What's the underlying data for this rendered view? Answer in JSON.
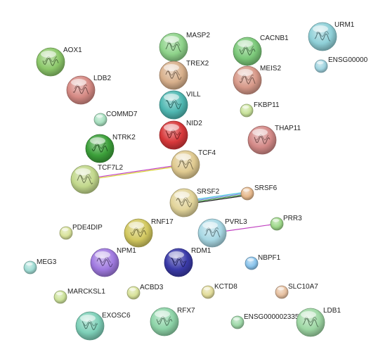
{
  "network": {
    "nodes": [
      {
        "id": "AOX1",
        "label": "AOX1",
        "color": "#8cc86a",
        "size": "large",
        "structure": true
      },
      {
        "id": "LDB2",
        "label": "LDB2",
        "color": "#d68a84",
        "size": "large",
        "structure": true
      },
      {
        "id": "MASP2",
        "label": "MASP2",
        "color": "#8ed38a",
        "size": "large",
        "structure": true
      },
      {
        "id": "TREX2",
        "label": "TREX2",
        "color": "#d8b08c",
        "size": "large",
        "structure": true
      },
      {
        "id": "VILL",
        "label": "VILL",
        "color": "#4fb8b2",
        "size": "large",
        "structure": true
      },
      {
        "id": "NID2",
        "label": "NID2",
        "color": "#d8383a",
        "size": "large",
        "structure": true
      },
      {
        "id": "CACNB1",
        "label": "CACNB1",
        "color": "#7cc97a",
        "size": "large",
        "structure": true
      },
      {
        "id": "MEIS2",
        "label": "MEIS2",
        "color": "#d89a8a",
        "size": "large",
        "structure": true
      },
      {
        "id": "URM1",
        "label": "URM1",
        "color": "#8fd0d8",
        "size": "large",
        "structure": true
      },
      {
        "id": "ENSG00000",
        "label": "ENSG00000",
        "color": "#a0d4e0",
        "size": "small",
        "structure": false
      },
      {
        "id": "COMMD7",
        "label": "COMMD7",
        "color": "#a8e0c0",
        "size": "small",
        "structure": false
      },
      {
        "id": "FKBP11",
        "label": "FKBP11",
        "color": "#c8e29a",
        "size": "small",
        "structure": false
      },
      {
        "id": "THAP11",
        "label": "THAP11",
        "color": "#d48a88",
        "size": "large",
        "structure": true
      },
      {
        "id": "NTRK2",
        "label": "NTRK2",
        "color": "#3ca03a",
        "size": "large",
        "structure": true
      },
      {
        "id": "TCF4",
        "label": "TCF4",
        "color": "#e0ca90",
        "size": "large",
        "structure": true
      },
      {
        "id": "TCF7L2",
        "label": "TCF7L2",
        "color": "#c2d88c",
        "size": "large",
        "structure": true
      },
      {
        "id": "SRSF2",
        "label": "SRSF2",
        "color": "#e2d49a",
        "size": "large",
        "structure": true
      },
      {
        "id": "SRSF6",
        "label": "SRSF6",
        "color": "#e6b88c",
        "size": "small",
        "structure": false
      },
      {
        "id": "PDE4DIP",
        "label": "PDE4DIP",
        "color": "#d8e29a",
        "size": "small",
        "structure": false
      },
      {
        "id": "RNF17",
        "label": "RNF17",
        "color": "#d2c860",
        "size": "large",
        "structure": true
      },
      {
        "id": "PVRL3",
        "label": "PVRL3",
        "color": "#a8d8e4",
        "size": "large",
        "structure": true
      },
      {
        "id": "PRR3",
        "label": "PRR3",
        "color": "#9ed88a",
        "size": "small",
        "structure": false
      },
      {
        "id": "NPM1",
        "label": "NPM1",
        "color": "#a07ae0",
        "size": "large",
        "structure": true
      },
      {
        "id": "RDM1",
        "label": "RDM1",
        "color": "#3a3aa8",
        "size": "large",
        "structure": true
      },
      {
        "id": "MEG3",
        "label": "MEG3",
        "color": "#a0dcd4",
        "size": "small",
        "structure": false
      },
      {
        "id": "NBPF1",
        "label": "NBPF1",
        "color": "#8ac4ec",
        "size": "small",
        "structure": false
      },
      {
        "id": "MARCKSL1",
        "label": "MARCKSL1",
        "color": "#cce29a",
        "size": "small",
        "structure": false
      },
      {
        "id": "ACBD3",
        "label": "ACBD3",
        "color": "#d8e29a",
        "size": "small",
        "structure": false
      },
      {
        "id": "KCTD8",
        "label": "KCTD8",
        "color": "#e2dc9a",
        "size": "small",
        "structure": false
      },
      {
        "id": "SLC10A7",
        "label": "SLC10A7",
        "color": "#e6c0a0",
        "size": "small",
        "structure": false
      },
      {
        "id": "EXOSC6",
        "label": "EXOSC6",
        "color": "#7ed0b8",
        "size": "large",
        "structure": true
      },
      {
        "id": "RFX7",
        "label": "RFX7",
        "color": "#8ed4a8",
        "size": "large",
        "structure": true
      },
      {
        "id": "ENSG00000233564",
        "label": "ENSG00000233564",
        "color": "#9ed8a8",
        "size": "small",
        "structure": false
      },
      {
        "id": "LDB1",
        "label": "LDB1",
        "color": "#9ed8a4",
        "size": "large",
        "structure": true
      }
    ],
    "edges": [
      {
        "source": "TCF7L2",
        "target": "TCF4",
        "colors": [
          "#c040c0",
          "#d8d030"
        ]
      },
      {
        "source": "SRSF2",
        "target": "SRSF6",
        "colors": [
          "#50c8e0",
          "#7080e0",
          "#40a040",
          "#202020"
        ]
      },
      {
        "source": "PVRL3",
        "target": "PRR3",
        "colors": [
          "#c040c0"
        ]
      }
    ]
  }
}
